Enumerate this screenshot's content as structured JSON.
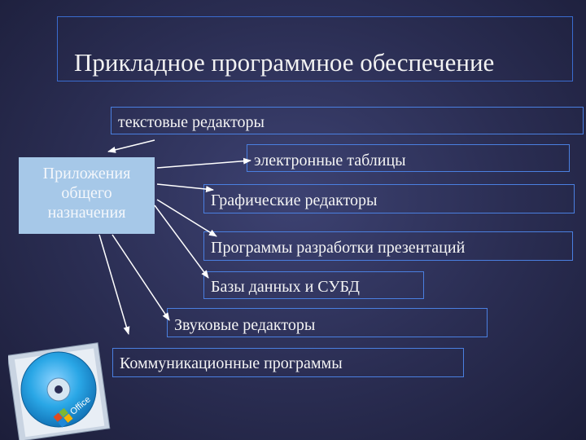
{
  "title": "Прикладное программное обеспечение",
  "source_node": {
    "lines": [
      "Приложения",
      "общего",
      "назначения"
    ]
  },
  "categories": [
    "текстовые редакторы",
    "электронные таблицы",
    "Графические редакторы",
    "Программы разработки презентаций",
    "Базы данных и СУБД",
    "Звуковые редакторы",
    "Коммуникационные программы"
  ],
  "disc_label": "Office",
  "colors": {
    "background": "#2a2d52",
    "box_border": "#4a7fe0",
    "source_fill": "#a6c8e8",
    "arrow": "#ffffff"
  }
}
